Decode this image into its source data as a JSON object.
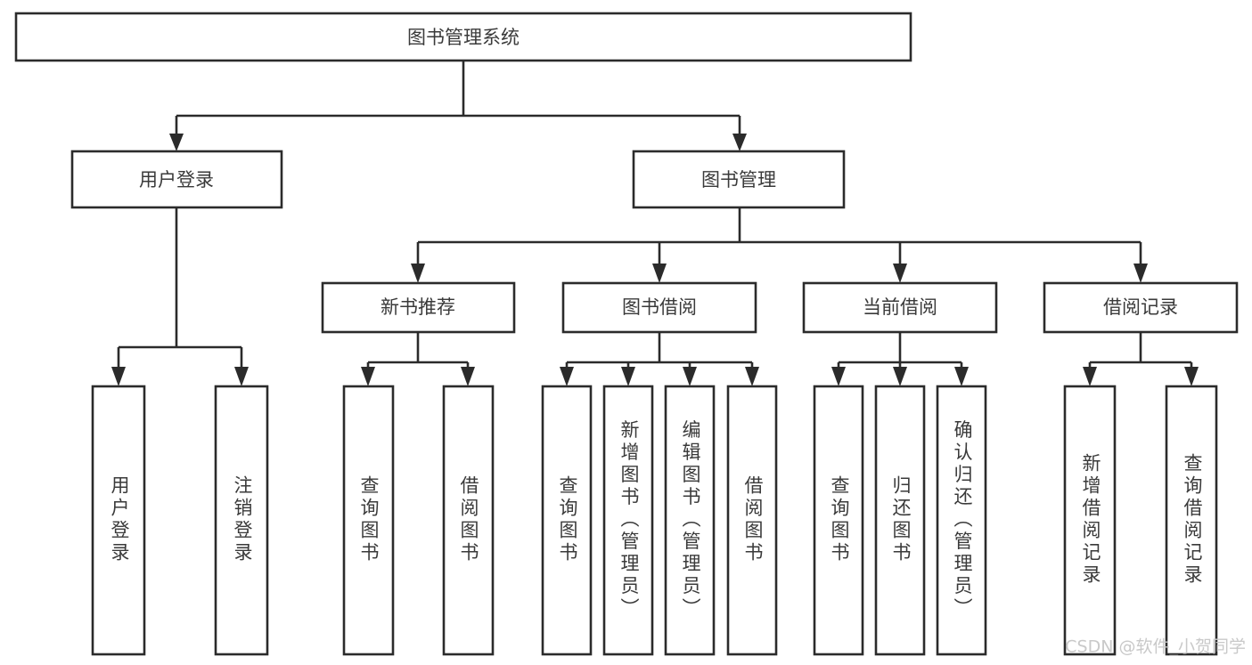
{
  "diagram": {
    "kind": "tree-hierarchy-chart",
    "title": "图书管理系统",
    "levels": 4,
    "colors": {
      "box_stroke": "#2b2b2b",
      "box_fill": "#ffffff",
      "text": "#3a3a3a",
      "background": "#ffffff",
      "watermark": "#c9c9c9"
    },
    "root": {
      "label": "图书管理系统"
    },
    "level2": [
      {
        "label": "用户登录"
      },
      {
        "label": "图书管理"
      }
    ],
    "level3": [
      {
        "label": "新书推荐"
      },
      {
        "label": "图书借阅"
      },
      {
        "label": "当前借阅"
      },
      {
        "label": "借阅记录"
      }
    ],
    "leaves": {
      "user_login": [
        {
          "label": "用户登录"
        },
        {
          "label": "注销登录"
        }
      ],
      "new_book_recommend": [
        {
          "label": "查询图书"
        },
        {
          "label": "借阅图书"
        }
      ],
      "book_borrow": [
        {
          "label": "查询图书"
        },
        {
          "label": "新增图书（管理员）"
        },
        {
          "label": "编辑图书（管理员）"
        },
        {
          "label": "借阅图书"
        }
      ],
      "current_borrow": [
        {
          "label": "查询图书"
        },
        {
          "label": "归还图书"
        },
        {
          "label": "确认归还（管理员）"
        }
      ],
      "borrow_record": [
        {
          "label": "新增借阅记录"
        },
        {
          "label": "查询借阅记录"
        }
      ]
    }
  },
  "watermark": {
    "text": "CSDN @软件_小贺同学"
  }
}
